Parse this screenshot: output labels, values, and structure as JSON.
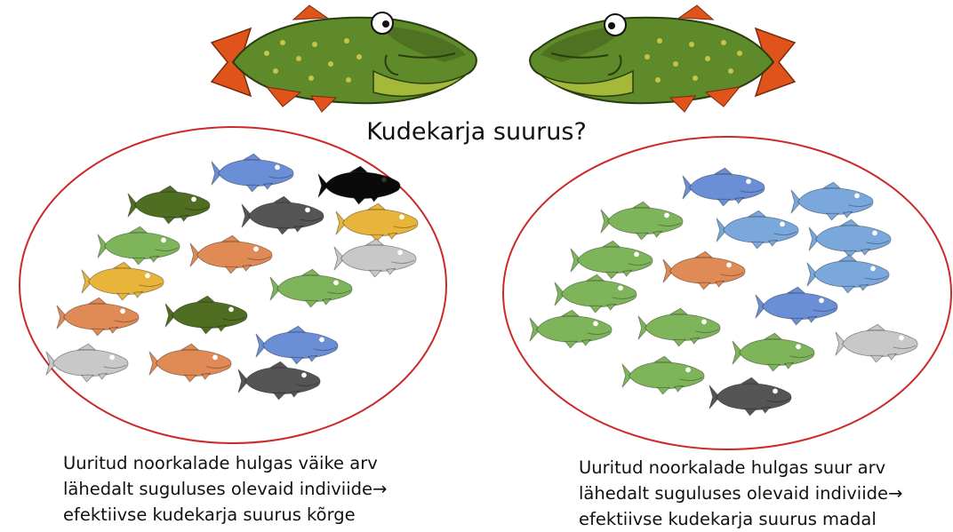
{
  "title": "Kudekarja suurus?",
  "left_caption": {
    "line1": "Uuritud noorkalade hulgas väike arv",
    "line2": "lähedalt suguluses olevaid indiviide→",
    "line3": "efektiivse kudekarja suurus kõrge"
  },
  "right_caption": {
    "line1": "Uuritud noorkalade hulgas suur arv",
    "line2": "lähedalt suguluses olevaid indiviide→",
    "line3": "efektiivse kudekarja suurus madal"
  },
  "colors": {
    "ellipse": "#cc2a2a",
    "pike_body": "#5f8a2a",
    "pike_fin": "#e0541c",
    "blue": "#6b8fd6",
    "black": "#0a0a0a",
    "gray": "#555555",
    "yellow": "#e8b53a",
    "green": "#7fb55a",
    "orange": "#e08a55",
    "light_gray": "#c8c8c8",
    "olive": "#4f6e22",
    "light_blue": "#7aa8dc"
  },
  "left_group": [
    {
      "name": "blue",
      "color": "blue"
    },
    {
      "name": "black",
      "color": "black"
    },
    {
      "name": "pike",
      "color": "olive"
    },
    {
      "name": "gray",
      "color": "gray"
    },
    {
      "name": "yellow",
      "color": "yellow"
    },
    {
      "name": "green",
      "color": "green"
    },
    {
      "name": "orange",
      "color": "orange"
    },
    {
      "name": "light-gray",
      "color": "light_gray"
    },
    {
      "name": "yellow",
      "color": "yellow"
    },
    {
      "name": "green",
      "color": "green"
    },
    {
      "name": "orange",
      "color": "orange"
    },
    {
      "name": "pike",
      "color": "olive"
    },
    {
      "name": "blue",
      "color": "blue"
    },
    {
      "name": "light-gray",
      "color": "light_gray"
    },
    {
      "name": "orange",
      "color": "orange"
    },
    {
      "name": "gray",
      "color": "gray"
    }
  ],
  "right_group": [
    {
      "name": "blue",
      "color": "blue"
    },
    {
      "name": "light-blue",
      "color": "light_blue"
    },
    {
      "name": "green",
      "color": "green"
    },
    {
      "name": "light-blue",
      "color": "light_blue"
    },
    {
      "name": "light-blue",
      "color": "light_blue"
    },
    {
      "name": "green",
      "color": "green"
    },
    {
      "name": "orange",
      "color": "orange"
    },
    {
      "name": "light-blue",
      "color": "light_blue"
    },
    {
      "name": "green",
      "color": "green"
    },
    {
      "name": "blue",
      "color": "blue"
    },
    {
      "name": "green",
      "color": "green"
    },
    {
      "name": "green",
      "color": "green"
    },
    {
      "name": "light-gray",
      "color": "light_gray"
    },
    {
      "name": "green",
      "color": "green"
    },
    {
      "name": "green",
      "color": "green"
    },
    {
      "name": "gray",
      "color": "gray"
    }
  ]
}
